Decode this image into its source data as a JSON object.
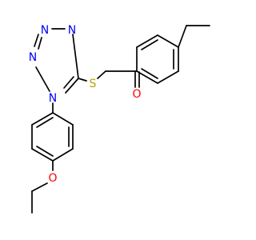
{
  "molecule": {
    "atoms": {
      "n1": {
        "label": "N",
        "color": "#0000ff"
      },
      "n2": {
        "label": "N",
        "color": "#0000ff"
      },
      "n3": {
        "label": "N",
        "color": "#0000ff"
      },
      "n4": {
        "label": "N",
        "color": "#0000ff"
      },
      "s1": {
        "label": "S",
        "color": "#b8a000"
      },
      "o_carbonyl": {
        "label": "O",
        "color": "#ff0000"
      },
      "o_ether": {
        "label": "O",
        "color": "#ff0000"
      }
    },
    "bond_color": "#000000"
  }
}
